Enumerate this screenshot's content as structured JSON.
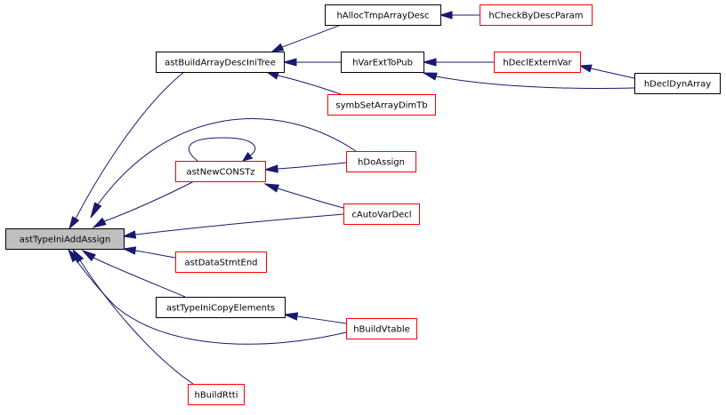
{
  "colors": {
    "edge": "#191970",
    "root_fill": "#bfbfbf",
    "normal_border": "#000000",
    "linked_border": "#ff0000",
    "node_fill": "#ffffff"
  },
  "nodes": [
    {
      "id": "astTypeIniAddAssign",
      "label": "astTypeIniAddAssign",
      "style": "root"
    },
    {
      "id": "astBuildArrayDescIniTree",
      "label": "astBuildArrayDescIniTree",
      "style": "normal"
    },
    {
      "id": "hAllocTmpArrayDesc",
      "label": "hAllocTmpArrayDesc",
      "style": "normal"
    },
    {
      "id": "hCheckByDescParam",
      "label": "hCheckByDescParam",
      "style": "linked"
    },
    {
      "id": "hVarExtToPub",
      "label": "hVarExtToPub",
      "style": "normal"
    },
    {
      "id": "hDeclExternVar",
      "label": "hDeclExternVar",
      "style": "linked"
    },
    {
      "id": "hDeclDynArray",
      "label": "hDeclDynArray",
      "style": "normal"
    },
    {
      "id": "symbSetArrayDimTb",
      "label": "symbSetArrayDimTb",
      "style": "linked"
    },
    {
      "id": "astNewCONSTz",
      "label": "astNewCONSTz",
      "style": "linked"
    },
    {
      "id": "hDoAssign",
      "label": "hDoAssign",
      "style": "linked"
    },
    {
      "id": "cAutoVarDecl",
      "label": "cAutoVarDecl",
      "style": "linked"
    },
    {
      "id": "astDataStmtEnd",
      "label": "astDataStmtEnd",
      "style": "linked"
    },
    {
      "id": "astTypeIniCopyElements",
      "label": "astTypeIniCopyElements",
      "style": "normal"
    },
    {
      "id": "hBuildVtable",
      "label": "hBuildVtable",
      "style": "linked"
    },
    {
      "id": "hBuildRtti",
      "label": "hBuildRtti",
      "style": "linked"
    }
  ],
  "edges": [
    {
      "from": "astBuildArrayDescIniTree",
      "to": "astTypeIniAddAssign"
    },
    {
      "from": "hAllocTmpArrayDesc",
      "to": "astBuildArrayDescIniTree"
    },
    {
      "from": "hCheckByDescParam",
      "to": "hAllocTmpArrayDesc"
    },
    {
      "from": "hVarExtToPub",
      "to": "astBuildArrayDescIniTree"
    },
    {
      "from": "hDeclExternVar",
      "to": "hVarExtToPub"
    },
    {
      "from": "hDeclDynArray",
      "to": "hDeclExternVar"
    },
    {
      "from": "hDeclDynArray",
      "to": "hVarExtToPub"
    },
    {
      "from": "symbSetArrayDimTb",
      "to": "astBuildArrayDescIniTree"
    },
    {
      "from": "astNewCONSTz",
      "to": "astTypeIniAddAssign"
    },
    {
      "from": "astNewCONSTz",
      "to": "astNewCONSTz"
    },
    {
      "from": "hDoAssign",
      "to": "astNewCONSTz"
    },
    {
      "from": "hDoAssign",
      "to": "astTypeIniAddAssign"
    },
    {
      "from": "cAutoVarDecl",
      "to": "astNewCONSTz"
    },
    {
      "from": "cAutoVarDecl",
      "to": "astTypeIniAddAssign"
    },
    {
      "from": "astDataStmtEnd",
      "to": "astTypeIniAddAssign"
    },
    {
      "from": "astTypeIniCopyElements",
      "to": "astTypeIniAddAssign"
    },
    {
      "from": "hBuildVtable",
      "to": "astTypeIniCopyElements"
    },
    {
      "from": "hBuildVtable",
      "to": "astTypeIniAddAssign"
    },
    {
      "from": "hBuildRtti",
      "to": "astTypeIniAddAssign"
    }
  ]
}
